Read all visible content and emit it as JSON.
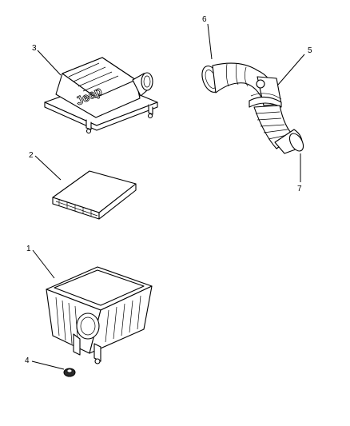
{
  "diagram": {
    "callouts": [
      {
        "id": "1",
        "label": "1"
      },
      {
        "id": "2",
        "label": "2"
      },
      {
        "id": "3",
        "label": "3"
      },
      {
        "id": "4",
        "label": "4"
      },
      {
        "id": "5",
        "label": "5"
      },
      {
        "id": "6",
        "label": "6"
      },
      {
        "id": "7",
        "label": "7"
      }
    ],
    "embossed_text": "Jeep"
  }
}
